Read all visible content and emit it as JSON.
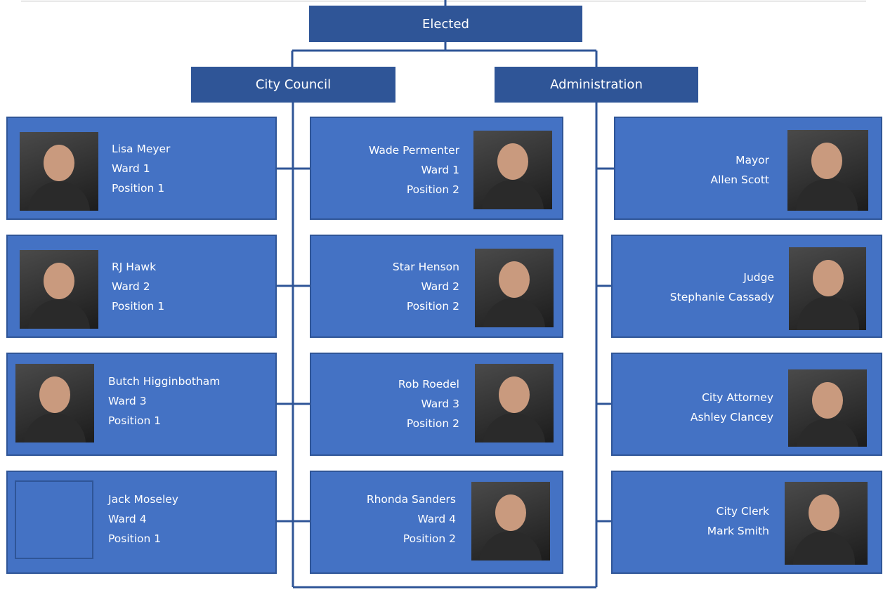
{
  "headers": {
    "elected": "Elected",
    "council": "City Council",
    "administration": "Administration"
  },
  "council_left": [
    {
      "name": "Lisa Meyer",
      "ward": "Ward 1",
      "position": "Position 1"
    },
    {
      "name": "RJ Hawk",
      "ward": "Ward 2",
      "position": "Position 1"
    },
    {
      "name": "Butch Higginbotham",
      "ward": "Ward 3",
      "position": "Position 1"
    },
    {
      "name": "Jack Moseley",
      "ward": "Ward 4",
      "position": "Position 1"
    }
  ],
  "council_right": [
    {
      "name": "Wade Permenter",
      "ward": "Ward 1",
      "position": "Position 2"
    },
    {
      "name": "Star Henson",
      "ward": "Ward 2",
      "position": "Position 2"
    },
    {
      "name": "Rob Roedel",
      "ward": "Ward 3",
      "position": "Position 2"
    },
    {
      "name": "Rhonda Sanders",
      "ward": "Ward 4",
      "position": "Position 2"
    }
  ],
  "administration": [
    {
      "role": "Mayor",
      "name": "Allen Scott"
    },
    {
      "role": "Judge",
      "name": "Stephanie Cassady"
    },
    {
      "role": "City Attorney",
      "name": "Ashley Clancey"
    },
    {
      "role": "City Clerk",
      "name": "Mark Smith"
    }
  ],
  "colors": {
    "header": "#2f5597",
    "card": "#4472c4",
    "line": "#2f5597"
  }
}
